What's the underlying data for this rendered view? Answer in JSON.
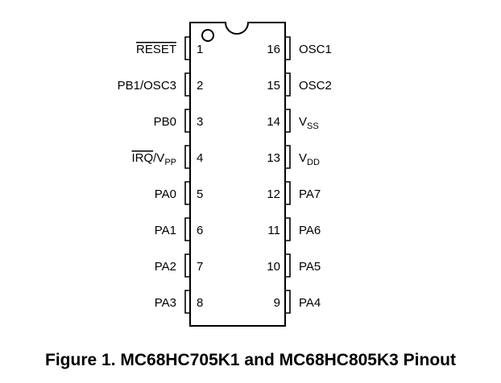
{
  "package": {
    "left_pins": [
      {
        "number": "1",
        "name": "RESET",
        "overbar": true,
        "sub": ""
      },
      {
        "number": "2",
        "name": "PB1/OSC3",
        "overbar": false,
        "sub": ""
      },
      {
        "number": "3",
        "name": "PB0",
        "overbar": false,
        "sub": ""
      },
      {
        "number": "4",
        "name": "IRQ",
        "overbar": true,
        "suffix": "/V",
        "sub": "PP"
      },
      {
        "number": "5",
        "name": "PA0",
        "overbar": false,
        "sub": ""
      },
      {
        "number": "6",
        "name": "PA1",
        "overbar": false,
        "sub": ""
      },
      {
        "number": "7",
        "name": "PA2",
        "overbar": false,
        "sub": ""
      },
      {
        "number": "8",
        "name": "PA3",
        "overbar": false,
        "sub": ""
      }
    ],
    "right_pins": [
      {
        "number": "16",
        "name": "OSC1",
        "sub": ""
      },
      {
        "number": "15",
        "name": "OSC2",
        "sub": ""
      },
      {
        "number": "14",
        "name": "V",
        "sub": "SS"
      },
      {
        "number": "13",
        "name": "V",
        "sub": "DD"
      },
      {
        "number": "12",
        "name": "PA7",
        "sub": ""
      },
      {
        "number": "11",
        "name": "PA6",
        "sub": ""
      },
      {
        "number": "10",
        "name": "PA5",
        "sub": ""
      },
      {
        "number": "9",
        "name": "PA4",
        "sub": ""
      }
    ]
  },
  "caption": "Figure 1. MC68HC705K1 and MC68HC805K3 Pinout"
}
